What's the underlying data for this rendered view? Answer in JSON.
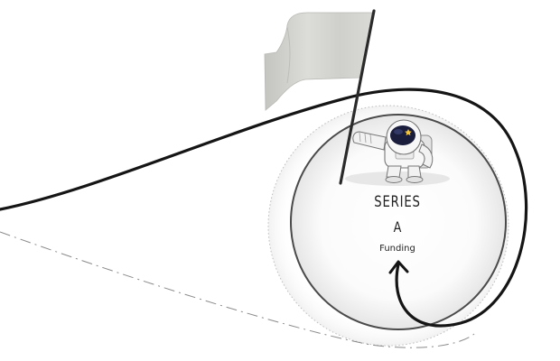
{
  "labels": {
    "line1": "SERIES",
    "line2": "A",
    "line3": "Funding"
  },
  "icons": {
    "flag": "white-flag-icon",
    "astronaut": "astronaut-icon",
    "arrow": "curved-arrow-icon"
  },
  "colors": {
    "background": "#ffffff",
    "line": "#1a1a1a",
    "circle_outline": "#444444",
    "circle_fill": "#ececec",
    "flag": "#d2d2cf"
  }
}
